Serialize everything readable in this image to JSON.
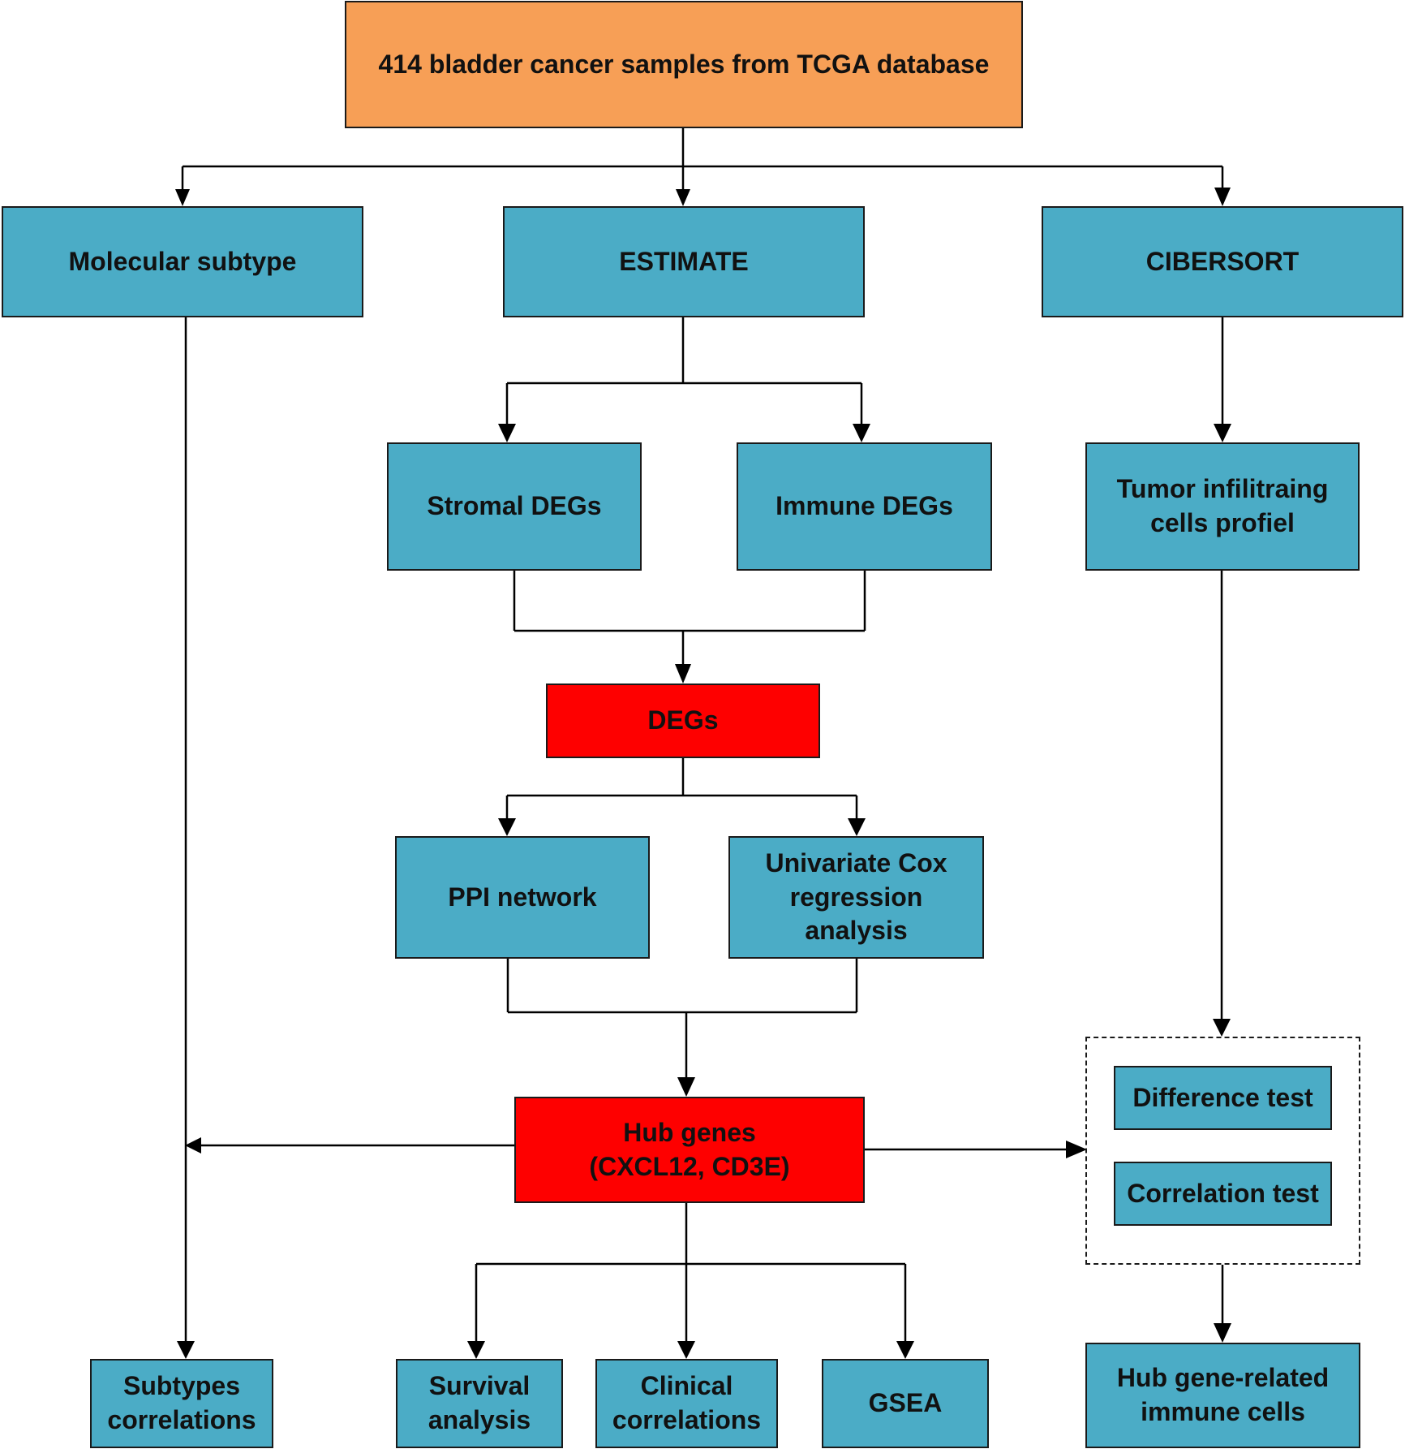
{
  "colors": {
    "source": "#f79f56",
    "step": "#4bacc6",
    "key": "#fe0000",
    "stroke": "#1a1a1a"
  },
  "nodes": {
    "source": "414 bladder cancer samples from TCGA database",
    "molecular_subtype": "Molecular subtype",
    "estimate": "ESTIMATE",
    "cibersort": "CIBERSORT",
    "stromal_degs": "Stromal DEGs",
    "immune_degs": "Immune DEGs",
    "tumor_profile": "Tumor infilitraing\ncells profiel",
    "degs": "DEGs",
    "ppi_network": "PPI network",
    "univariate_cox": "Univariate Cox\nregression\nanalysis",
    "hub_genes": "Hub genes\n(CXCL12, CD3E)",
    "difference_test": "Difference test",
    "correlation_test": "Correlation test",
    "subtypes_correlations": "Subtypes\ncorrelations",
    "survival_analysis": "Survival\nanalysis",
    "clinical_correlations": "Clinical\ncorrelations",
    "gsea": "GSEA",
    "hub_immune_cells": "Hub gene-related\nimmune cells"
  }
}
